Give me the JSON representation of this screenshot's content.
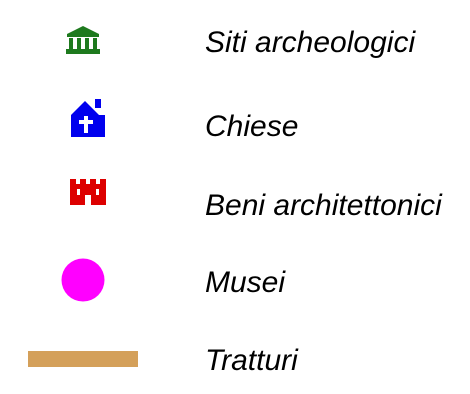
{
  "legend": {
    "items": [
      {
        "label": "Siti archeologici",
        "icon": "temple-icon",
        "color": "#1e7a1e"
      },
      {
        "label": "Chiese",
        "icon": "church-icon",
        "color": "#0000ee"
      },
      {
        "label": "Beni architettonici",
        "icon": "castle-icon",
        "color": "#dd0000"
      },
      {
        "label": "Musei",
        "icon": "circle-icon",
        "color": "#ff00ff"
      },
      {
        "label": "Tratturi",
        "icon": "line-icon",
        "color": "#d4a05a"
      }
    ]
  }
}
